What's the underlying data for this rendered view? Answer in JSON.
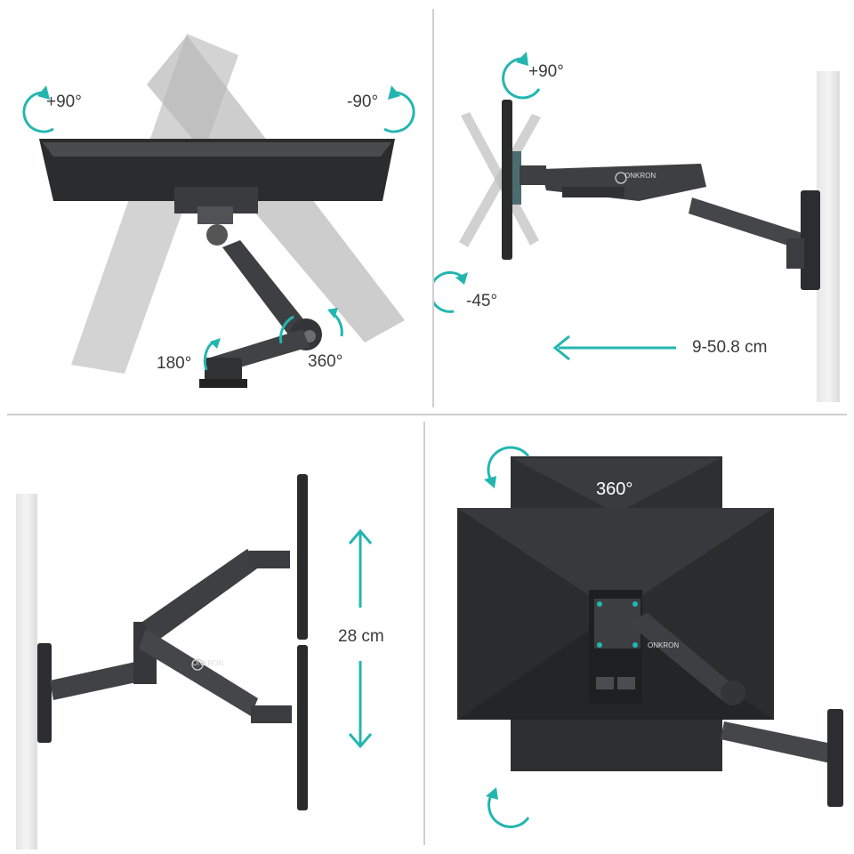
{
  "colors": {
    "accent": "#23b6b0",
    "arm": "#3d3f42",
    "monitor": "#2a2b2d",
    "ghost": "#bdbdbd",
    "wall": "#e8e8e8"
  },
  "panels": {
    "top_left": {
      "tilt_up": "+90°",
      "tilt_down": "-90°",
      "base_rotation": "180°",
      "arm_rotation": "360°"
    },
    "top_right": {
      "tilt_up": "+90°",
      "tilt_down": "-45°",
      "extension": "9-50.8 cm"
    },
    "bottom_left": {
      "height_adjust": "28 cm"
    },
    "bottom_right": {
      "rotation": "360°"
    }
  },
  "brand": {
    "logo_text": "ONKRON"
  }
}
